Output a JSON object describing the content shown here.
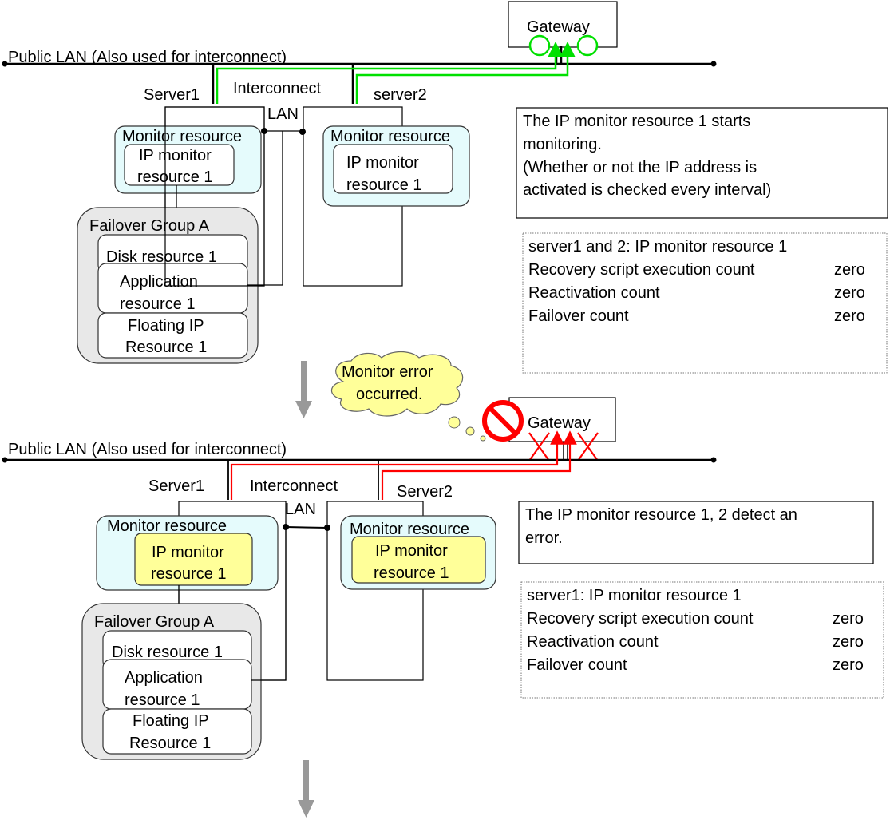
{
  "colors": {
    "ok_path": "#00e000",
    "error_path": "#ff0000",
    "monitor_bg": "#e5fbfc",
    "error_highlight": "#ffff99",
    "group_bg": "#e8e8e8",
    "arrow": "#999999",
    "cloud": "#ffff99"
  },
  "panels": [
    {
      "gateway": "Gateway",
      "public_lan": "Public LAN (Also used for interconnect)",
      "server1": "Server1",
      "server2": "server2",
      "interconnect_line1": "Interconnect",
      "interconnect_line2": "LAN",
      "monitor_resource_s1": "Monitor resource",
      "monitor_resource_s2": "Monitor resource",
      "ip_monitor_s1": [
        "IP monitor",
        "resource 1"
      ],
      "ip_monitor_s2": [
        "IP monitor",
        "resource 1"
      ],
      "failover_group": "Failover Group A",
      "disk_resource": "Disk resource 1",
      "application_resource": [
        "Application",
        "resource 1"
      ],
      "floating_ip_resource": [
        "Floating IP",
        "Resource 1"
      ],
      "description": [
        "The IP monitor resource 1 starts",
        "monitoring.",
        "(Whether or not the IP address is",
        "activated is checked every interval)"
      ],
      "status": {
        "title": "server1 and 2: IP monitor resource 1",
        "rows": [
          {
            "label": "Recovery script execution count",
            "value": "zero"
          },
          {
            "label": "Reactivation count",
            "value": "zero"
          },
          {
            "label": "Failover count",
            "value": "zero"
          }
        ]
      },
      "state": "ok"
    },
    {
      "gateway": "Gateway",
      "public_lan": "Public LAN (Also used for interconnect)",
      "server1": "Server1",
      "server2": "Server2",
      "interconnect_line1": "Interconnect",
      "interconnect_line2": "LAN",
      "monitor_resource_s1": "Monitor resource",
      "monitor_resource_s2": "Monitor resource",
      "ip_monitor_s1": [
        "IP monitor",
        "resource 1"
      ],
      "ip_monitor_s2": [
        "IP monitor",
        "resource 1"
      ],
      "failover_group": "Failover Group A",
      "disk_resource": "Disk resource 1",
      "application_resource": [
        "Application",
        "resource 1"
      ],
      "floating_ip_resource": [
        "Floating IP",
        "Resource 1"
      ],
      "description": [
        "The IP monitor resource 1, 2 detect an",
        "error."
      ],
      "status": {
        "title": "server1: IP monitor resource 1",
        "rows": [
          {
            "label": "Recovery script execution count",
            "value": "zero"
          },
          {
            "label": "Reactivation count",
            "value": "zero"
          },
          {
            "label": "Failover count",
            "value": "zero"
          }
        ]
      },
      "state": "error",
      "callout": [
        "Monitor error",
        "occurred."
      ]
    }
  ]
}
